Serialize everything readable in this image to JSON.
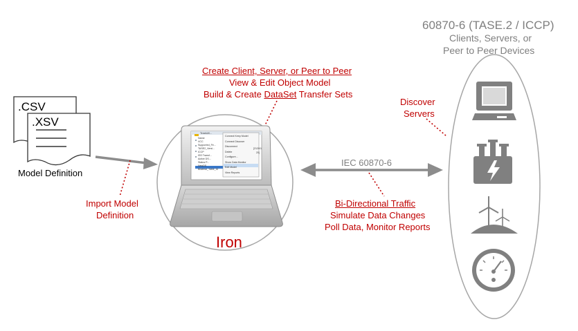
{
  "devices": {
    "title": "60870-6 (TASE.2 / ICCP)",
    "line2": "Clients, Servers, or",
    "line3": "Peer to Peer Devices",
    "icons": [
      "computer-monitor-icon",
      "power-transformer-icon",
      "wind-turbine-icon",
      "gauge-meter-icon"
    ]
  },
  "files": {
    "csv": ".CSV",
    "xsv": ".XSV",
    "caption": "Model Definition"
  },
  "import": {
    "line1": "Import Model",
    "line2": "Definition"
  },
  "laptop": {
    "caption": "Iron",
    "screen": {
      "title": "TreeIdX...",
      "tree_items": [
        "Name",
        "VCC",
        "Supported_Fe...",
        "TASE2_Versi...",
        "ICCP",
        "ISS Transf...",
        "Active DS...",
        "Status P...",
        "NewDS",
        "Bilateral_Table_ID"
      ],
      "menu_items": [
        "Connect Keep Model",
        "Connect Discover",
        "Disconnect",
        "Delete",
        "Configure...",
        "Show Data Monitor",
        "Edit Model",
        "View Reports"
      ],
      "right_values": [
        "[2120/1",
        "20("
      ]
    }
  },
  "top_labels": {
    "line1": "Create Client, Server, or Peer to Peer",
    "line2": "View & Edit Object Model",
    "line3_prefix": "Build & Create ",
    "line3_link": "DataSet",
    "line3_suffix": " Transfer Sets"
  },
  "discover": {
    "line1": "Discover",
    "line2": "Servers"
  },
  "link": {
    "label": "IEC 60870-6"
  },
  "traffic": {
    "line1": "Bi-Directional Traffic",
    "line2": "Simulate Data Changes",
    "line3": "Poll Data, Monitor Reports"
  },
  "colors": {
    "accent_red": "#c00000",
    "gray_text": "#7f7f7f",
    "arrow_gray": "#8c8c8c",
    "circle_stroke": "#a6a6a6",
    "icon_gray": "#808080"
  }
}
